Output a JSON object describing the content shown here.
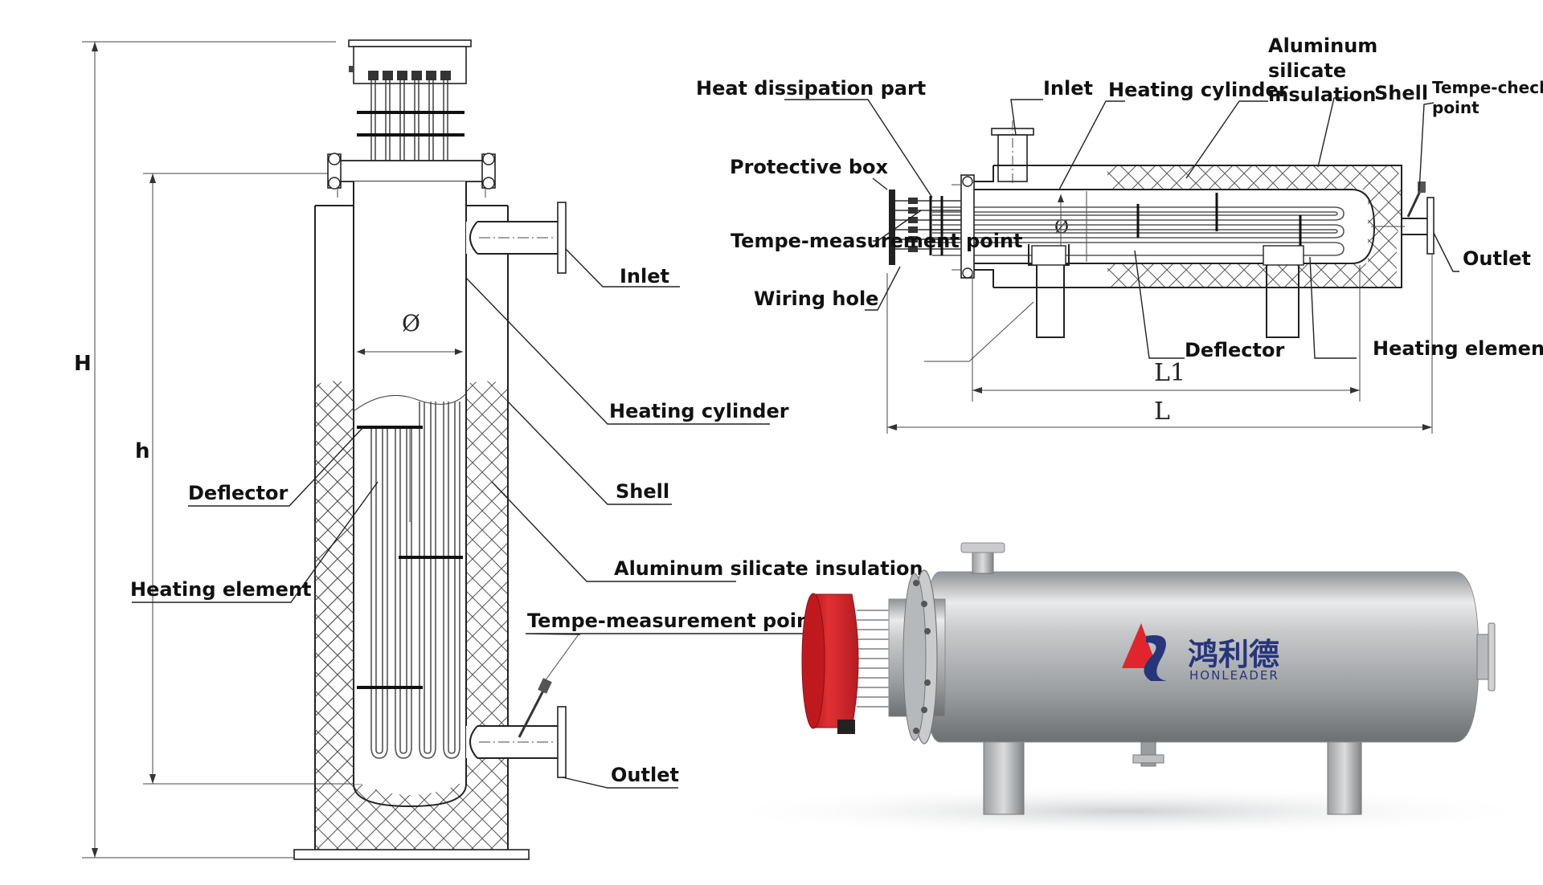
{
  "vertical_view": {
    "dimensions": {
      "H": "H",
      "h": "h",
      "diameter": "Ø"
    },
    "labels": {
      "inlet": "Inlet",
      "heating_cylinder": "Heating cylinder",
      "shell": "Shell",
      "insulation": "Aluminum silicate  insulation",
      "temp_point": "Tempe-measurement point",
      "outlet": "Outlet",
      "deflector": "Deflector",
      "heating_element": "Heating element"
    }
  },
  "horizontal_view": {
    "dimensions": {
      "L1": "L1",
      "L": "L",
      "diameter": "Ø"
    },
    "labels": {
      "heat_dissipation": "Heat dissipation part",
      "inlet": "Inlet",
      "heating_cylinder": "Heating cylinder",
      "insulation_l1": "Aluminum",
      "insulation_l2": "silicate",
      "insulation_l3": "insulation",
      "shell": "Shell",
      "temp_check_l1": "Tempe-check",
      "temp_check_l2": "point",
      "protective_box": "Protective box",
      "temp_point": "Tempe-measurement point",
      "wiring_hole": "Wiring hole",
      "outlet": "Outlet",
      "deflector": "Deflector",
      "heating_element": "Heating element"
    }
  },
  "product_photo": {
    "logo_cn": "鸿利德",
    "logo_en": "HONLEADER",
    "colors": {
      "cap": "#d8282b",
      "logo_red": "#e0262c",
      "logo_blue": "#27357a",
      "steel": "#b9bcbf"
    }
  }
}
